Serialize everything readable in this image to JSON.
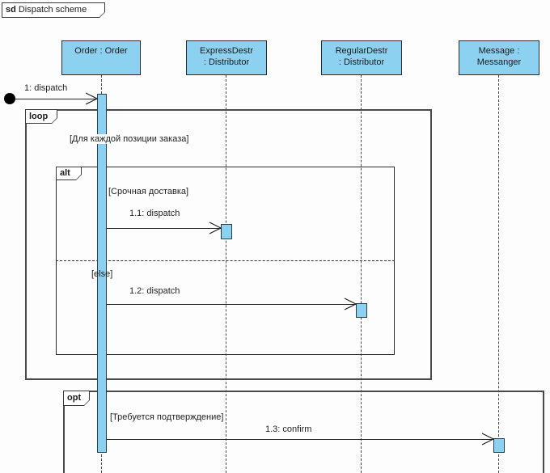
{
  "frame": {
    "keyword": "sd",
    "name": "Dispatch scheme"
  },
  "lifelines": {
    "order": {
      "label": "Order : Order"
    },
    "express": {
      "line1": "ExpressDestr",
      "line2": ": Distributor"
    },
    "regular": {
      "line1": "RegularDestr",
      "line2": ": Distributor"
    },
    "messanger": {
      "line1": "Message :",
      "line2": "Messanger"
    }
  },
  "fragments": {
    "loop": {
      "operator": "loop",
      "guard": "[Для каждой позиции заказа]"
    },
    "alt": {
      "operator": "alt",
      "guard_then": "[Срочная доставка]",
      "guard_else": "[else]"
    },
    "opt": {
      "operator": "opt",
      "guard": "[Требуется подтверждение]"
    }
  },
  "messages": [
    {
      "label": "1: dispatch"
    },
    {
      "label": "1.1: dispatch"
    },
    {
      "label": "1.2: dispatch"
    },
    {
      "label": "1.3: confirm"
    }
  ],
  "icons": {
    "initial_node": "filled-circle",
    "arrowhead": "open-chevron"
  },
  "colors": {
    "shape_fill": "#8CD2F0",
    "shape_border": "#2B2B2B",
    "fragment_border": "#4A4A4A",
    "message_line": "#222222"
  }
}
